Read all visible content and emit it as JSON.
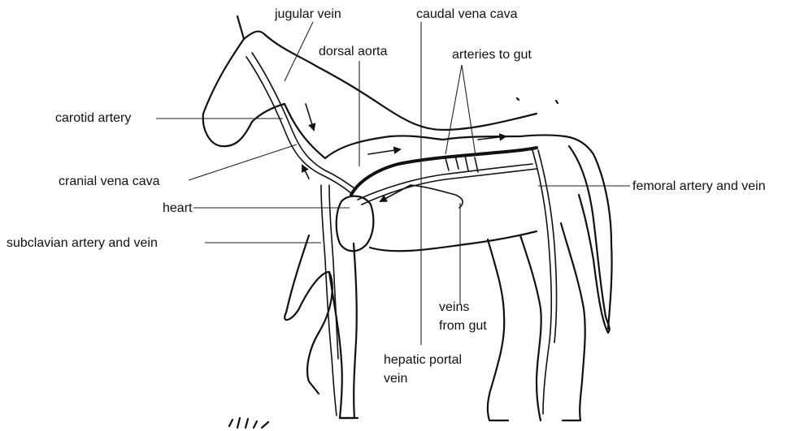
{
  "labels": {
    "jugular_vein": "jugular vein",
    "caudal_vena_cava": "caudal vena cava",
    "dorsal_aorta": "dorsal aorta",
    "arteries_to_gut": "arteries to gut",
    "carotid_artery": "carotid artery",
    "cranial_vena_cava": "cranial vena cava",
    "heart": "heart",
    "subclavian_artery_and_vein": "subclavian artery and vein",
    "femoral_artery_and_vein": "femoral artery and vein",
    "veins_from_gut_line1": "veins",
    "veins_from_gut_line2": "from gut",
    "hepatic_portal_vein_line1": "hepatic portal",
    "hepatic_portal_vein_line2": "vein"
  }
}
